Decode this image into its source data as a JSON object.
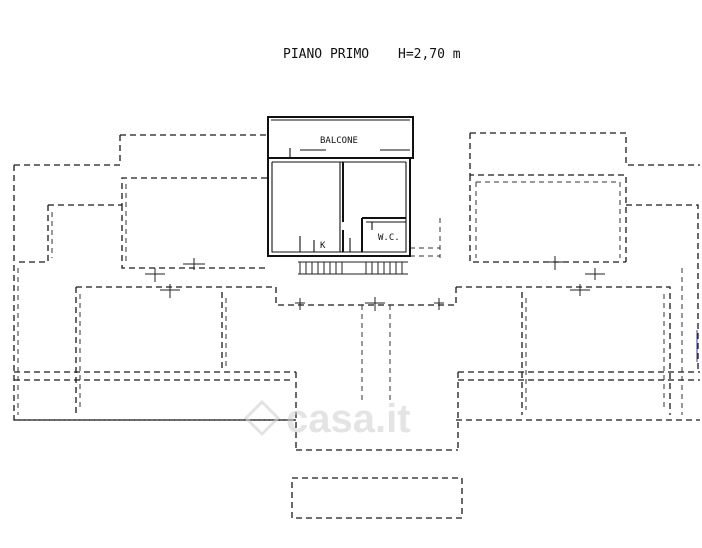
{
  "plan": {
    "title": "PIANO PRIMO",
    "height_note": "H=2,70 m",
    "rooms": {
      "balcony": "BALCONE",
      "kitchen": "K",
      "wc": "W.C."
    },
    "watermark": "casa.it"
  }
}
